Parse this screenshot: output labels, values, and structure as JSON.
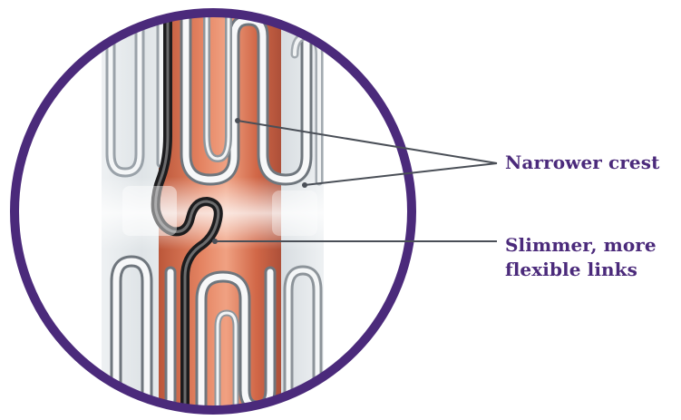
{
  "diagram": {
    "callouts": {
      "crest": "Narrower crest",
      "links_line1": "Slimmer, more",
      "links_line2": "flexible links"
    }
  },
  "colors": {
    "ring": "#4b2a7b",
    "label": "#4b2a7b",
    "leader_line": "#4a4f57",
    "vessel": "#d9653f",
    "strut_metal": "#cfd3d8"
  },
  "icons": {
    "main_image": "stent-closeup-illustration"
  }
}
